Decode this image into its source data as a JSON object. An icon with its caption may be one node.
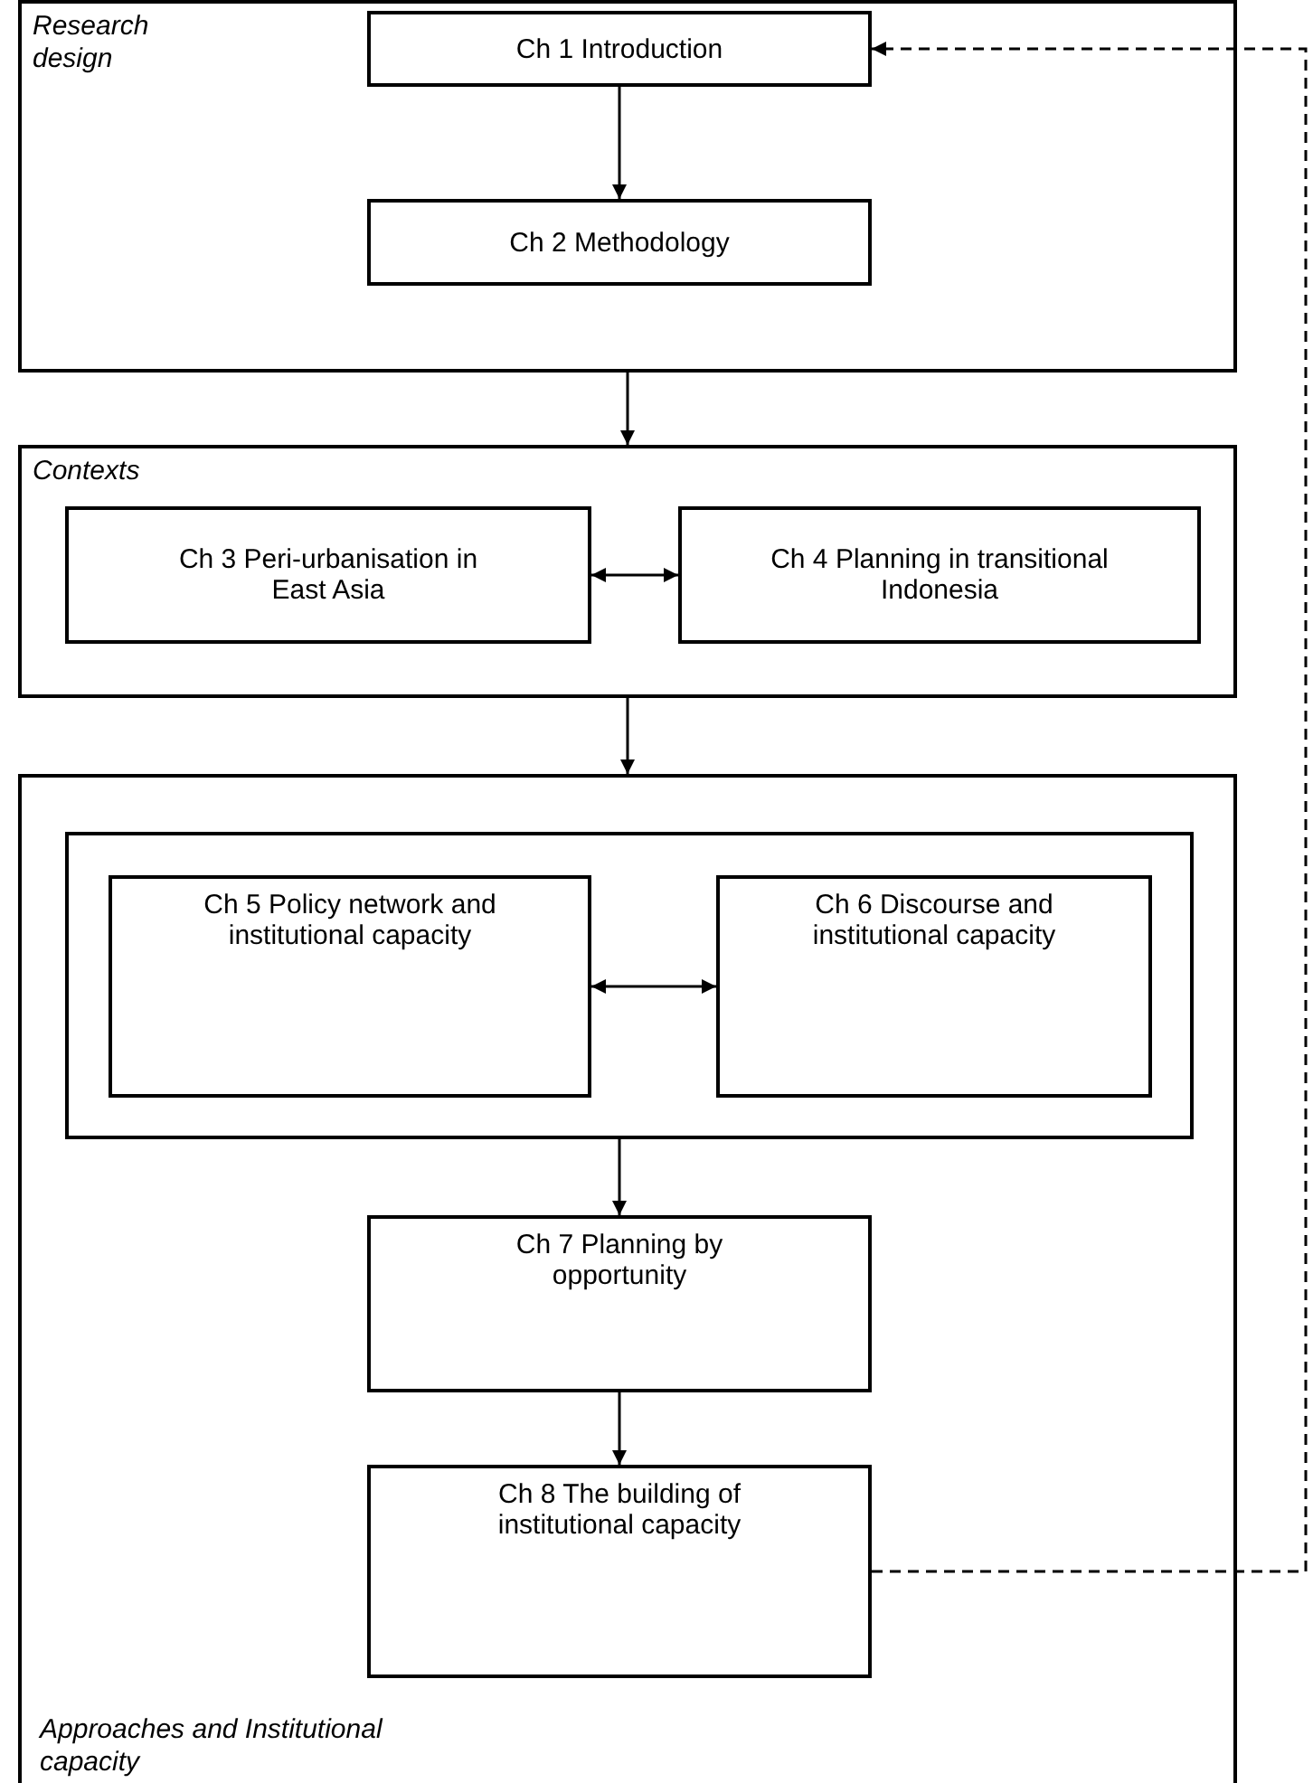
{
  "diagram": {
    "nodes": [
      {
        "text": [
          "Research design"
        ]
      },
      {
        "text": [
          "Ch 1 Introduction"
        ],
        "in": 0
      },
      {
        "text": [
          "Ch 2 Methodology"
        ],
        "in": 0
      },
      {
        "text": [
          "Contexts"
        ]
      },
      {
        "text": [
          "Ch 3 Peri-urbanisation in East Asia"
        ],
        "in": 3
      },
      {
        "text": [
          "Ch 4 Planning in transitional Indonesia"
        ],
        "in": 3
      },
      {
        "text": [
          "Approaches and Institutional capacity"
        ]
      },
      {
        "text": [],
        "shape": "box",
        "in": 6
      },
      {
        "text": [
          "Ch 5 Policy network and institutional capacity"
        ],
        "in": 7
      },
      {
        "text": [
          "Ch 6 Discourse and institutional capacity"
        ],
        "in": 7
      },
      {
        "text": [
          "Ch 7 Planning by opportunity"
        ],
        "in": 6
      },
      {
        "text": [
          "Ch 8 The building of institutional capacity"
        ],
        "in": 6
      }
    ],
    "edges": [
      {
        "from": 1,
        "to": 2,
        "arrow": "to"
      },
      {
        "from": 0,
        "to": 3,
        "arrow": "to"
      },
      {
        "from": 4,
        "to": 5,
        "arrow": "both"
      },
      {
        "from": 3,
        "to": 6,
        "arrow": "to"
      },
      {
        "from": 8,
        "to": 9,
        "arrow": "both"
      },
      {
        "from": 7,
        "to": 10,
        "arrow": "to"
      },
      {
        "from": 10,
        "to": 11,
        "arrow": "to"
      },
      {
        "from": 11,
        "to": 1,
        "arrow": "to",
        "style": "dashed"
      }
    ]
  }
}
